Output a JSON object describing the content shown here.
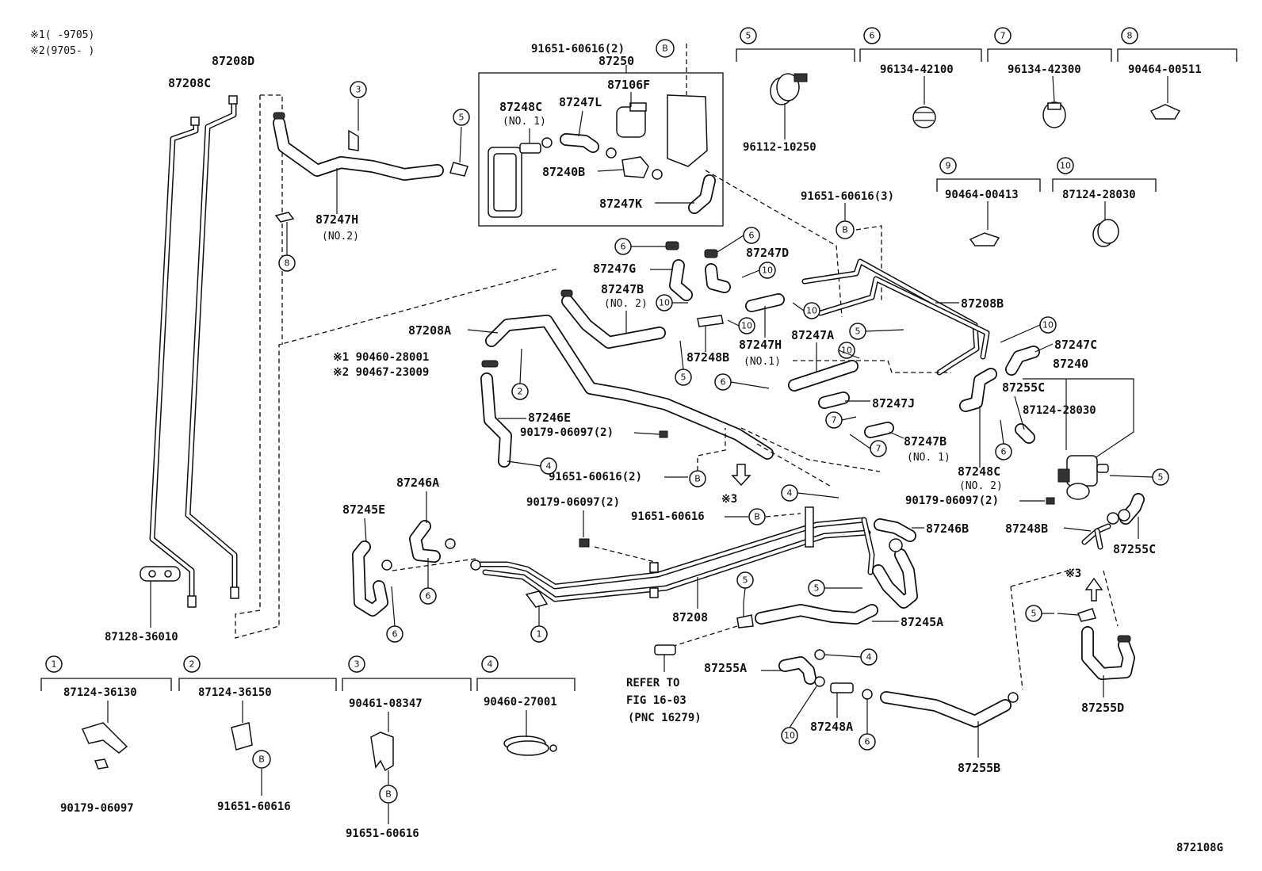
{
  "notes": {
    "note1": "※1(     -9705)",
    "note2": "※2(9705-     )"
  },
  "figure_code": "872108G",
  "labels": {
    "l87208D": "87208D",
    "l87208C": "87208C",
    "l87128_36010": "87128-36010",
    "l87247H_no2": "87247H",
    "l87247H_no2_sub": "(NO.2)",
    "l91651_2_top": "91651-60616(2)",
    "l87250": "87250",
    "l87106F": "87106F",
    "l87248C_no1": "87248C",
    "l87248C_no1_sub": "(NO. 1)",
    "l87247L": "87247L",
    "l87240B": "87240B",
    "l87247K": "87247K",
    "l96112": "96112-10250",
    "l96134_42100": "96134-42100",
    "l96134_42300": "96134-42300",
    "l90464_00511": "90464-00511",
    "l90464_00413": "90464-00413",
    "l87124_28030_top": "87124-28030",
    "l91651_3": "91651-60616(3)",
    "l87247G": "87247G",
    "l87247D": "87247D",
    "l87247B_no2": "87247B",
    "l87247B_no2_sub": "(NO. 2)",
    "l87208A": "87208A",
    "l90460_28001": "※1 90460-28001",
    "l90467_23009": "※2 90467-23009",
    "l87248B_mid": "87248B",
    "l87248B_mid_sub": "(NO.1)",
    "l87247H_no1": "87247H",
    "l87247A": "87247A",
    "l87208B": "87208B",
    "l87247C": "87247C",
    "l87240": "87240",
    "l87255C_top": "87255C",
    "l87124_28030_mid": "87124-28030",
    "l87246E": "87246E",
    "l90179_2_a": "90179-06097(2)",
    "l87247J": "87247J",
    "l87247B_no1": "87247B",
    "l87247B_no1_sub": "(NO. 1)",
    "l87248C_no2": "87248C",
    "l87248C_no2_sub": "(NO. 2)",
    "l91651_2_mid": "91651-60616(2)",
    "l90179_2_b": "90179-06097(2)",
    "l90179_2_c": "90179-06097(2)",
    "l91651_60616_mid": "91651-60616",
    "ref3_a": "※3",
    "ref3_b": "※3",
    "l87246A": "87246A",
    "l87245E": "87245E",
    "l87246B": "87246B",
    "l87248B_right": "87248B",
    "l87255C_right": "87255C",
    "l87208": "87208",
    "l87245A": "87245A",
    "l87255A": "87255A",
    "l87248A": "87248A",
    "l87255B": "87255B",
    "l87255D": "87255D",
    "refer1": "REFER TO",
    "refer2": "FIG 16-03",
    "refer3": "(PNC 16279)"
  },
  "legend": {
    "l1_part": "87124-36130",
    "l1_sub": "90179-06097",
    "l2_part": "87124-36150",
    "l2_sub": "91651-60616",
    "l3_part": "90461-08347",
    "l3_sub": "91651-60616",
    "l4_part": "90460-27001"
  },
  "callouts": {
    "n1": "1",
    "n2": "2",
    "n3": "3",
    "n4": "4",
    "n5": "5",
    "n6": "6",
    "n7": "7",
    "n8": "8",
    "n9": "9",
    "n10": "10",
    "b": "B"
  }
}
